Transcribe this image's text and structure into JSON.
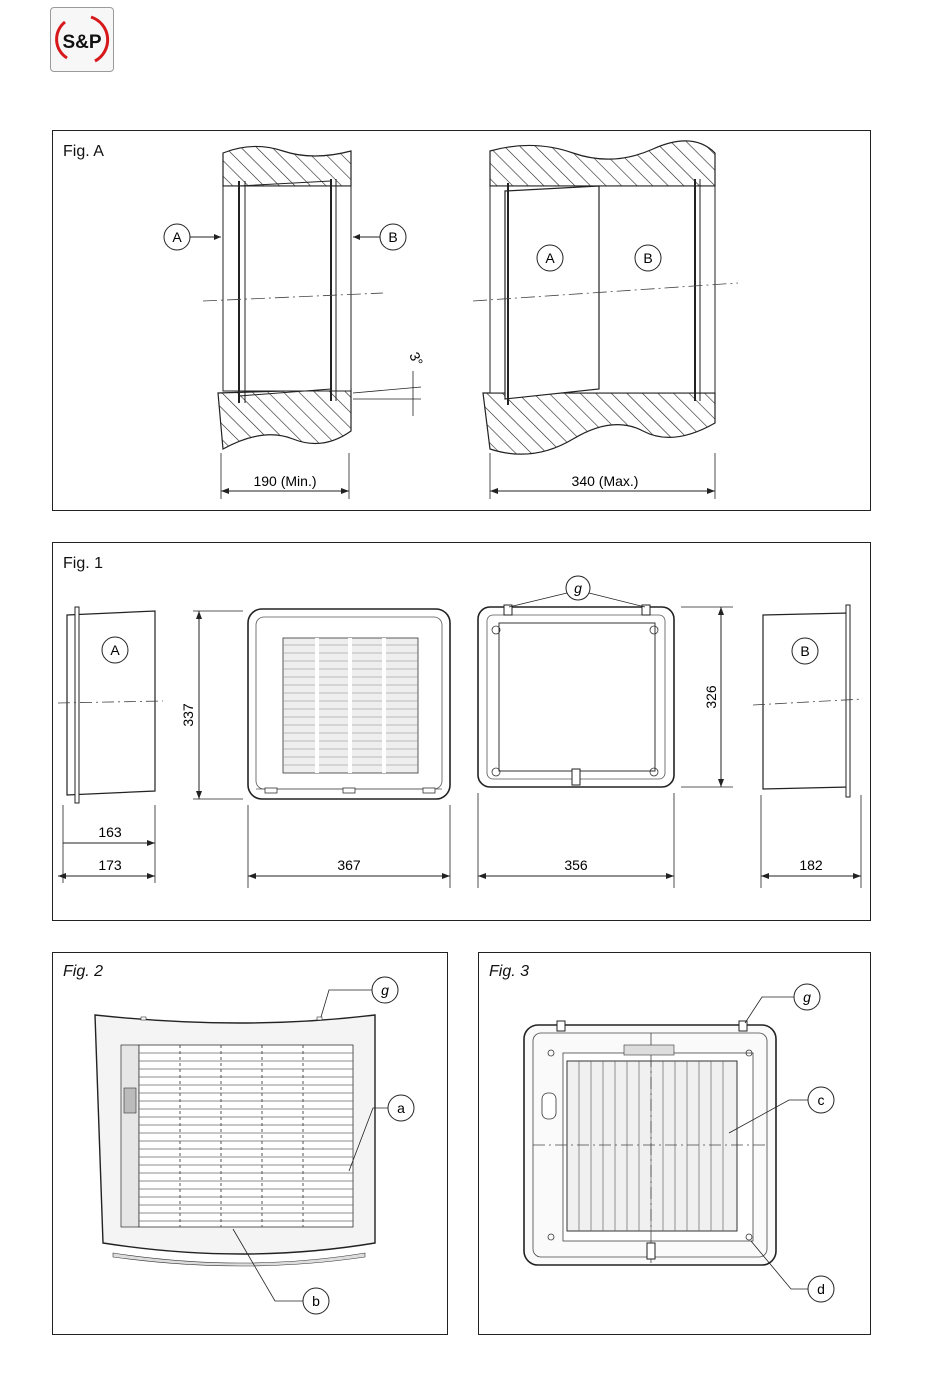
{
  "logo": {
    "text": "S&P",
    "accent": "#d7191c"
  },
  "figA": {
    "title": "Fig. A",
    "callouts": [
      "A",
      "B",
      "A",
      "B"
    ],
    "angle": "3°",
    "dim_min": "190 (Min.)",
    "dim_max": "340 (Max.)"
  },
  "fig1": {
    "title": "Fig. 1",
    "callouts": {
      "a": "A",
      "b": "B",
      "g": "g"
    },
    "dims": {
      "d163": "163",
      "d173": "173",
      "d337": "337",
      "d367": "367",
      "d356": "356",
      "d326": "326",
      "d182": "182"
    }
  },
  "fig2": {
    "title": "Fig. 2",
    "callouts": {
      "g": "g",
      "a": "a",
      "b": "b"
    }
  },
  "fig3": {
    "title": "Fig. 3",
    "callouts": {
      "g": "g",
      "c": "c",
      "d": "d"
    }
  }
}
